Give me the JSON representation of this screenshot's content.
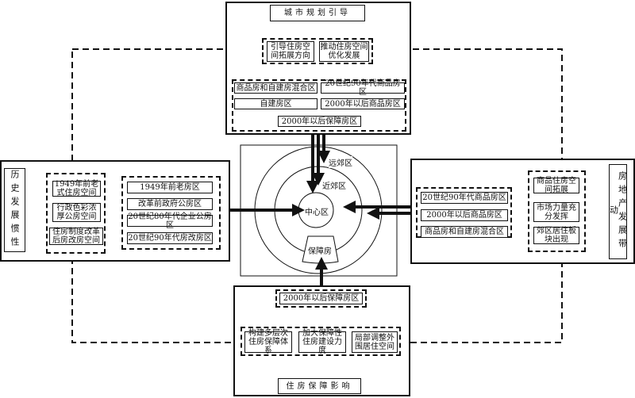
{
  "top": {
    "title": "城市规划引导",
    "effects": [
      "引导住房空间拓展方向",
      "推动住房空间优化发展"
    ],
    "zones": [
      "商品房和自建房混合区",
      "20世纪90年代商品房区",
      "自建房区",
      "2000年以后商品房区",
      "2000年以后保障房区"
    ]
  },
  "left": {
    "title": "历史发展惯性",
    "effects": [
      "1949年前老式住房空间",
      "行政色彩浓厚公房空间",
      "住房制度改革后房改房空间"
    ],
    "zones": [
      "1949年前老房区",
      "改革前政府公房区",
      "20世纪80年代企业公房区",
      "20世纪90年代房改房区"
    ]
  },
  "right": {
    "title": "房地产发展带动",
    "effects": [
      "商品住房空间拓展",
      "市场力量充分发挥",
      "郊区居住板块出现"
    ],
    "zones": [
      "20世纪90年代商品房区",
      "2000年以后商品房区",
      "商品房和自建房混合区"
    ]
  },
  "bottom": {
    "title": "住房保障影响",
    "effects": [
      "构建多层次住房保障体系",
      "加大保障性住房建设力度",
      "局部调整外围居住空间"
    ],
    "zone": "2000年以后保障房区"
  },
  "center": {
    "outer": "远郊区",
    "middle": "近郊区",
    "core": "中心区",
    "affordable": "保障房"
  }
}
